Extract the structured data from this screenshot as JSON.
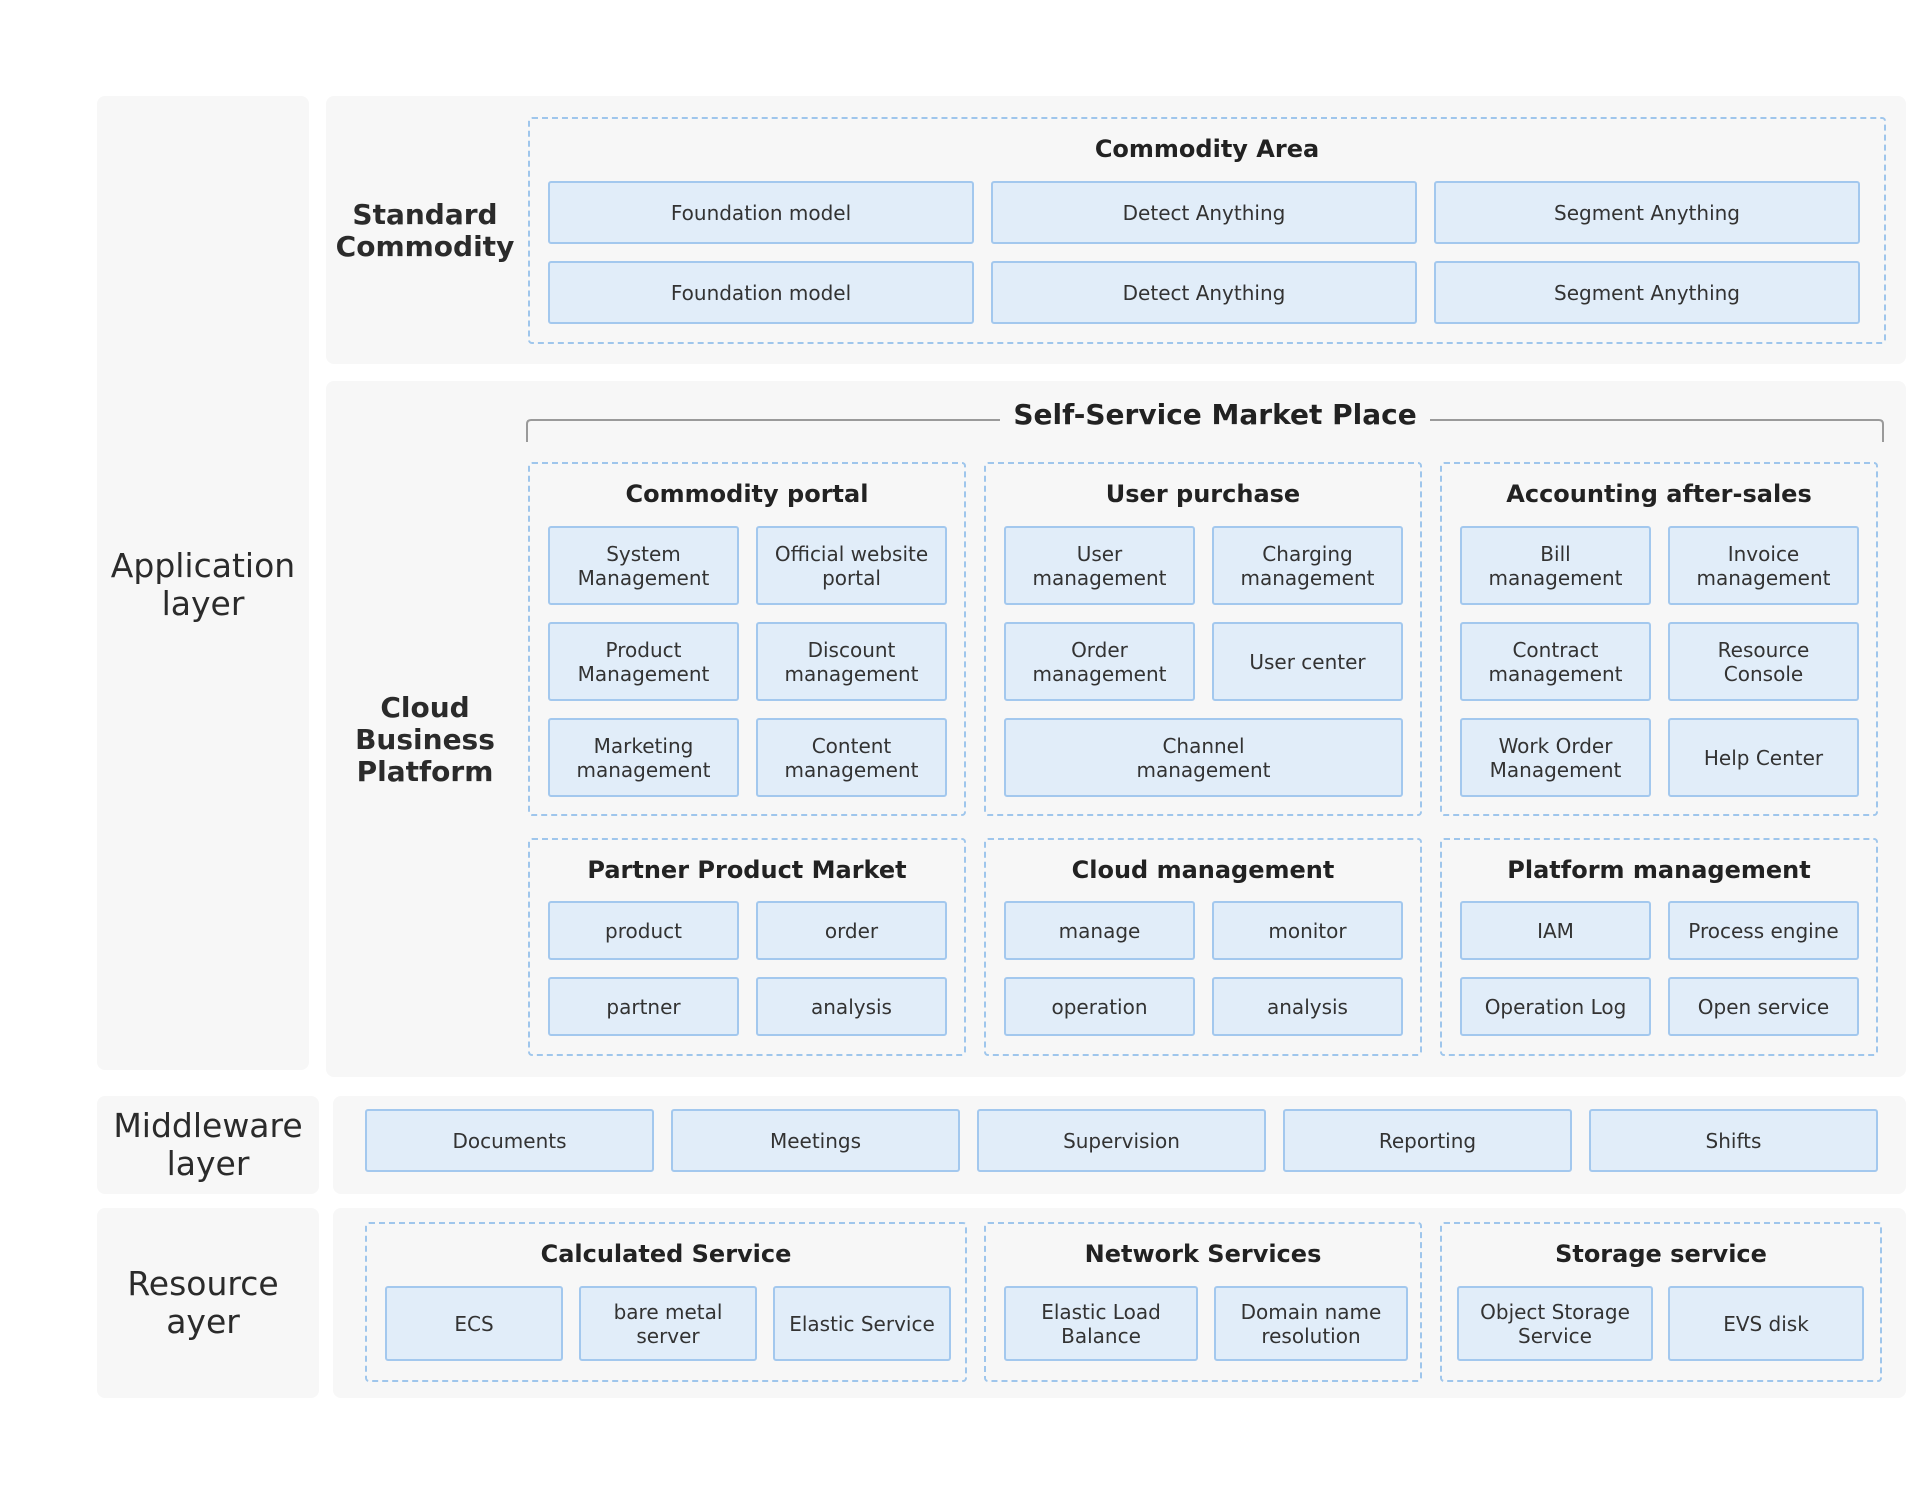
{
  "layers": {
    "application": "Application\nlayer",
    "middleware": "Middleware\nlayer",
    "resource": "Resource\nayer"
  },
  "sections": {
    "standard_commodity": "Standard\nCommodity",
    "cloud_business_platform": "Cloud\nBusiness\nPlatform"
  },
  "commodity_area": {
    "title": "Commodity Area",
    "row1": [
      "Foundation model",
      "Detect Anything",
      "Segment Anything"
    ],
    "row2": [
      "Foundation model",
      "Detect Anything",
      "Segment Anything"
    ]
  },
  "market_place": {
    "title": "Self-Service Market Place",
    "commodity_portal": {
      "title": "Commodity portal",
      "items": [
        "System\nManagement",
        "Official website\nportal",
        "Product\nManagement",
        "Discount\nmanagement",
        "Marketing\nmanagement",
        "Content\nmanagement"
      ]
    },
    "user_purchase": {
      "title": "User purchase",
      "items": [
        "User\nmanagement",
        "Charging\nmanagement",
        "Order\nmanagement",
        "User center",
        "Channel\nmanagement"
      ]
    },
    "accounting": {
      "title": "Accounting after-sales",
      "items": [
        "Bill\nmanagement",
        "Invoice\nmanagement",
        "Contract\nmanagement",
        "Resource\nConsole",
        "Work Order\nManagement",
        "Help Center"
      ]
    },
    "partner_market": {
      "title": "Partner Product Market",
      "items": [
        "product",
        "order",
        "partner",
        "analysis"
      ]
    },
    "cloud_management": {
      "title": "Cloud management",
      "items": [
        "manage",
        "monitor",
        "operation",
        "analysis"
      ]
    },
    "platform_management": {
      "title": "Platform management",
      "items": [
        "IAM",
        "Process engine",
        "Operation Log",
        "Open service"
      ]
    }
  },
  "middleware": {
    "items": [
      "Documents",
      "Meetings",
      "Supervision",
      "Reporting",
      "Shifts"
    ]
  },
  "resource": {
    "calculated": {
      "title": "Calculated Service",
      "items": [
        "ECS",
        "bare metal server",
        "Elastic Service"
      ]
    },
    "network": {
      "title": "Network Services",
      "items": [
        "Elastic Load\nBalance",
        "Domain name\nresolution"
      ]
    },
    "storage": {
      "title": "Storage service",
      "items": [
        "Object Storage\nService",
        "EVS disk"
      ]
    }
  }
}
